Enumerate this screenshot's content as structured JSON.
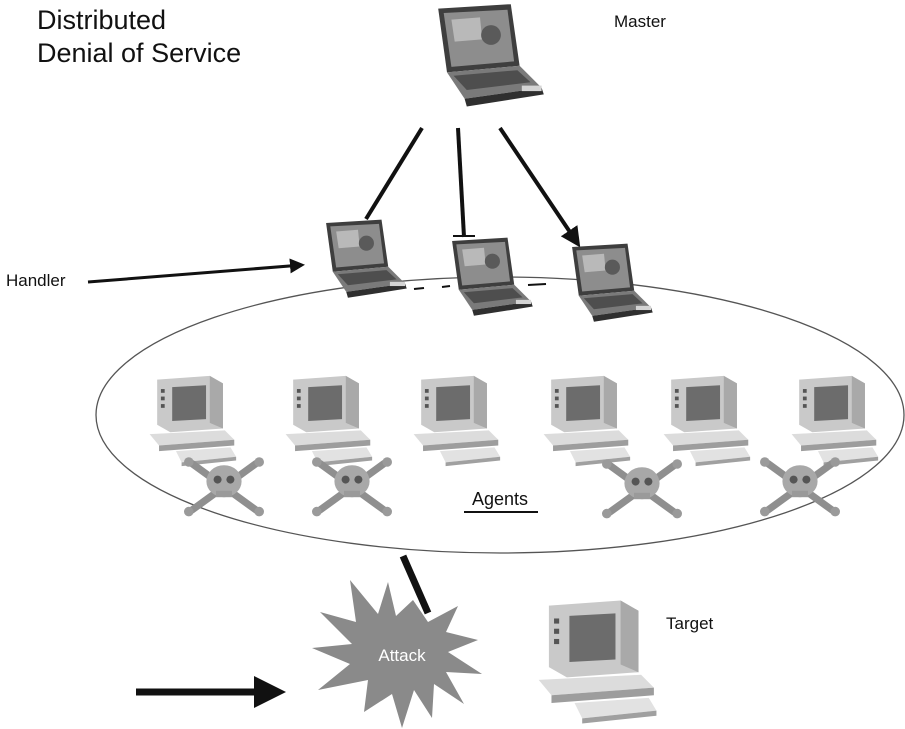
{
  "title": {
    "line1": "Distributed",
    "line2": "Denial of Service"
  },
  "labels": {
    "master": "Master",
    "handler": "Handler",
    "agents": "Agents",
    "target": "Target",
    "attack": "Attack"
  },
  "colors": {
    "line": "#111111",
    "attack_burst": "#8a8a8a",
    "screen": "#6e6e6e",
    "monitor_body": "#cfcfcf",
    "skull": "#9a9a9a"
  },
  "icons": {
    "master": "laptop-icon",
    "handler": "laptop-icon",
    "agent": "desktop-computer-icon",
    "agent_marker": "skull-crossbones-icon",
    "target": "desktop-computer-icon",
    "attack": "starburst-icon"
  }
}
